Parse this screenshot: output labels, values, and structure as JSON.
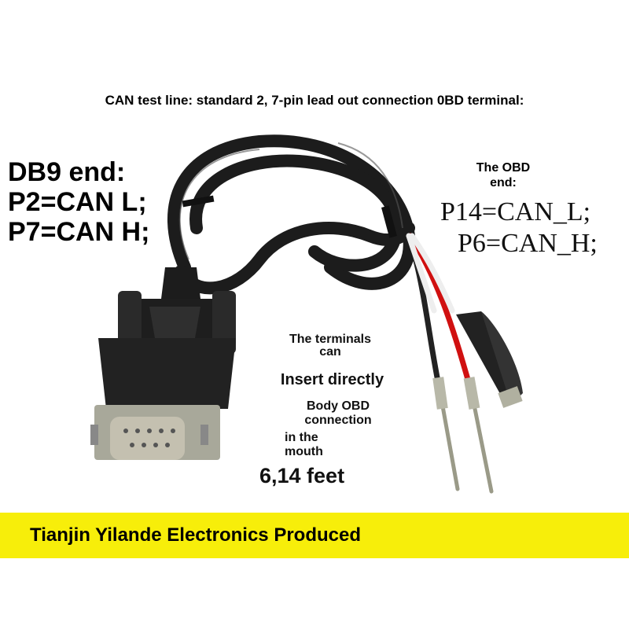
{
  "heading": "CAN test line: standard 2, 7-pin lead out connection 0BD terminal:",
  "db9": {
    "title": "DB9 end:",
    "pin_low": "P2=CAN L;",
    "pin_high": "P7=CAN H;"
  },
  "obd": {
    "title_line1": "The OBD",
    "title_line2": "end:",
    "pin_low": "P14=CAN_L;",
    "pin_high": "P6=CAN_H;"
  },
  "notes": {
    "line1": "The terminals",
    "line2": "can",
    "line3": "Insert directly",
    "line4": "Body OBD",
    "line5": "connection",
    "line6": "in the",
    "line7": "mouth",
    "line8": "6,14 feet"
  },
  "banner": {
    "text": "Tianjin Yilande Electronics Produced",
    "color": "#f7ee0a"
  },
  "colors": {
    "cable": "#1a1a1a",
    "wire_red": "#d01010",
    "wire_white": "#eeeeee",
    "clip_black": "#222222",
    "connector_metal": "#a8a89a"
  }
}
